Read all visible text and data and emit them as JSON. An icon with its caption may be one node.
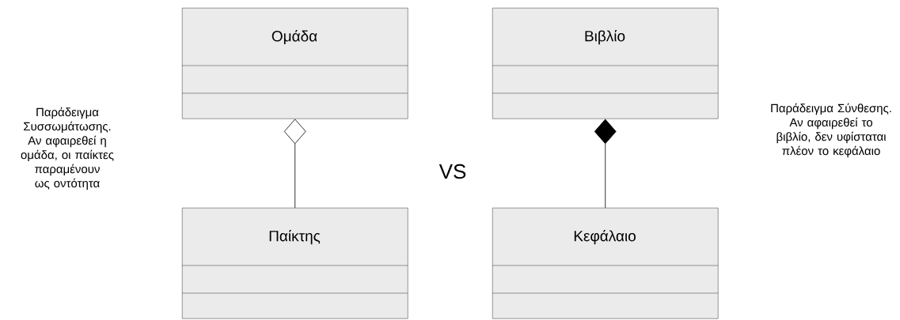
{
  "diagram": {
    "nodes": [
      {
        "text": [
          "Ομάδα"
        ]
      },
      {
        "text": [
          "Παίκτης"
        ]
      },
      {
        "text": [
          "Βιβλίο"
        ]
      },
      {
        "text": [
          "Κεφάλαιο"
        ]
      }
    ],
    "edges": [
      {
        "from": 1,
        "to": 0,
        "arrow": "other"
      },
      {
        "from": 3,
        "to": 2,
        "arrow": "other"
      }
    ],
    "labels": [
      "Παράδειγμα Συσσωμάτωσης. Αν αφαιρεθεί η ομάδα, οι παίκτες παραμένουν ως οντότητα",
      "VS",
      "Παράδειγμα Σύνθεσης. Αν αφαιρεθεί το βιβλίο, δεν υφίσταται πλέον το κεφάλαιο"
    ]
  }
}
